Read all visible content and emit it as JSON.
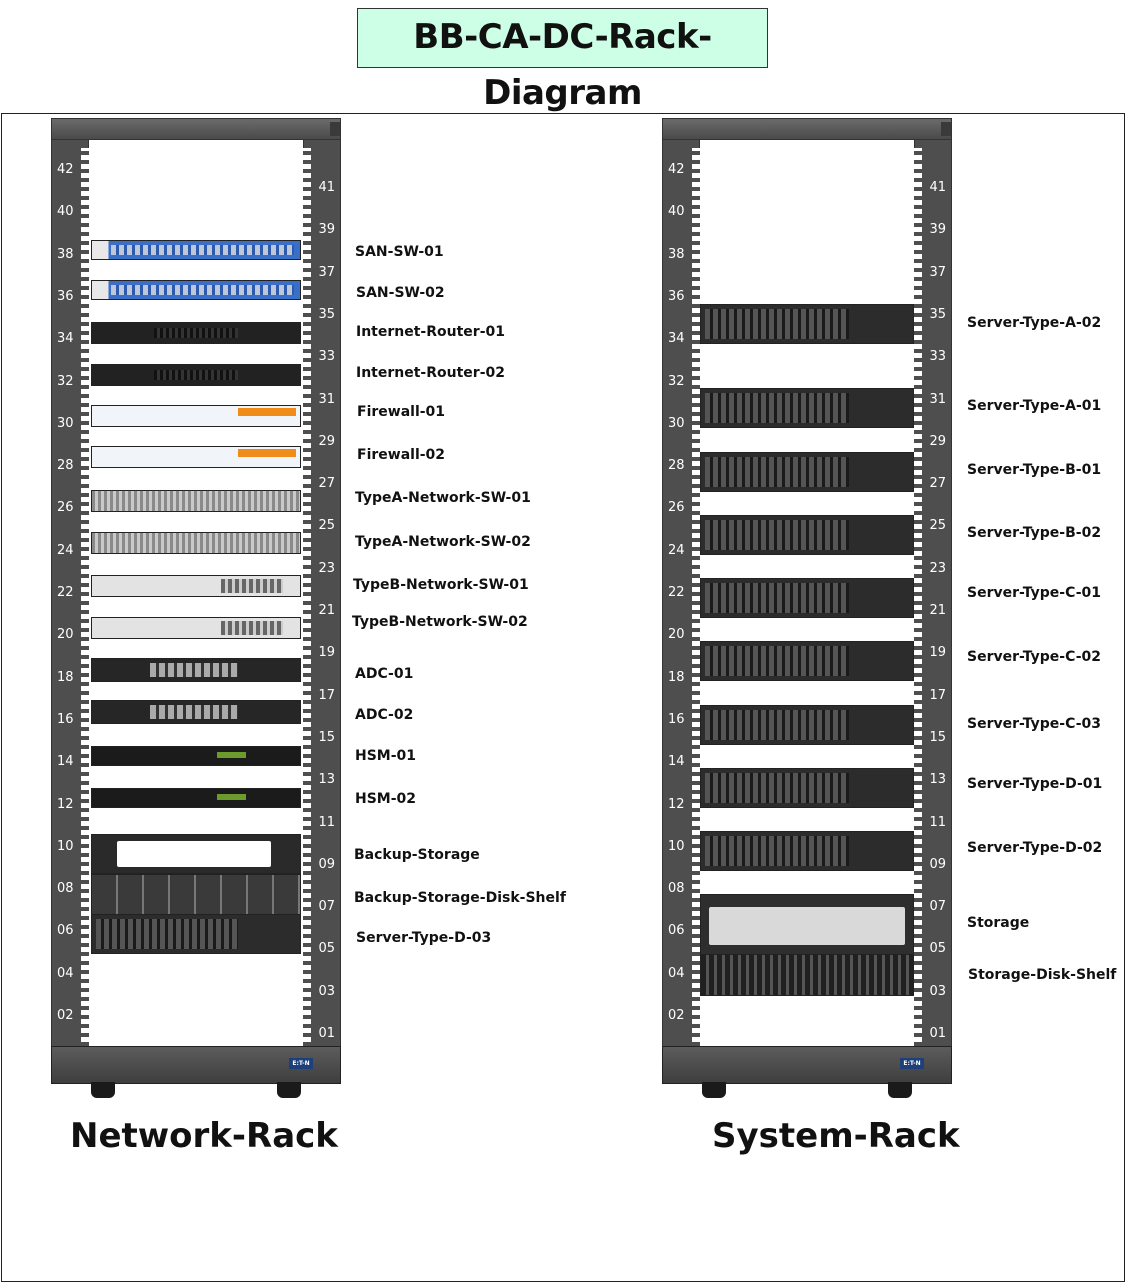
{
  "title": "BB-CA-DC-Rack-Diagram",
  "racks": [
    {
      "name": "Network-Rack",
      "logo": "E:T-N",
      "devices": [
        {
          "label": "SAN-SW-01",
          "style": "blue"
        },
        {
          "label": "SAN-SW-02",
          "style": "blue"
        },
        {
          "label": "Internet-Router-01",
          "style": "black"
        },
        {
          "label": "Internet-Router-02",
          "style": "black"
        },
        {
          "label": "Firewall-01",
          "style": "fw"
        },
        {
          "label": "Firewall-02",
          "style": "fw"
        },
        {
          "label": "TypeA-Network-SW-01",
          "style": "gray"
        },
        {
          "label": "TypeA-Network-SW-02",
          "style": "gray"
        },
        {
          "label": "TypeB-Network-SW-01",
          "style": "light"
        },
        {
          "label": "TypeB-Network-SW-02",
          "style": "light"
        },
        {
          "label": "ADC-01",
          "style": "adc"
        },
        {
          "label": "ADC-02",
          "style": "adc"
        },
        {
          "label": "HSM-01",
          "style": "hsm"
        },
        {
          "label": "HSM-02",
          "style": "hsm"
        },
        {
          "label": "Backup-Storage",
          "style": "storage"
        },
        {
          "label": "Backup-Storage-Disk-Shelf",
          "style": "shelf"
        },
        {
          "label": "Server-Type-D-03",
          "style": "server"
        }
      ]
    },
    {
      "name": "System-Rack",
      "logo": "E:T-N",
      "devices": [
        {
          "label": "Server-Type-A-02",
          "style": "server"
        },
        {
          "label": "Server-Type-A-01",
          "style": "server"
        },
        {
          "label": "Server-Type-B-01",
          "style": "server"
        },
        {
          "label": "Server-Type-B-02",
          "style": "server"
        },
        {
          "label": "Server-Type-C-01",
          "style": "server"
        },
        {
          "label": "Server-Type-C-02",
          "style": "server"
        },
        {
          "label": "Server-Type-C-03",
          "style": "server"
        },
        {
          "label": "Server-Type-D-01",
          "style": "server"
        },
        {
          "label": "Server-Type-D-02",
          "style": "server"
        },
        {
          "label": "Storage",
          "style": "bigstore"
        },
        {
          "label": "Storage-Disk-Shelf",
          "style": "bigshelf"
        }
      ]
    }
  ],
  "unit_labels_left": [
    "42",
    "40",
    "38",
    "36",
    "34",
    "32",
    "30",
    "28",
    "26",
    "24",
    "22",
    "20",
    "18",
    "16",
    "14",
    "12",
    "10",
    "08",
    "06",
    "04",
    "02"
  ],
  "unit_labels_right": [
    "41",
    "39",
    "37",
    "35",
    "33",
    "31",
    "29",
    "27",
    "25",
    "23",
    "21",
    "19",
    "17",
    "15",
    "13",
    "11",
    "09",
    "07",
    "05",
    "03",
    "01"
  ]
}
